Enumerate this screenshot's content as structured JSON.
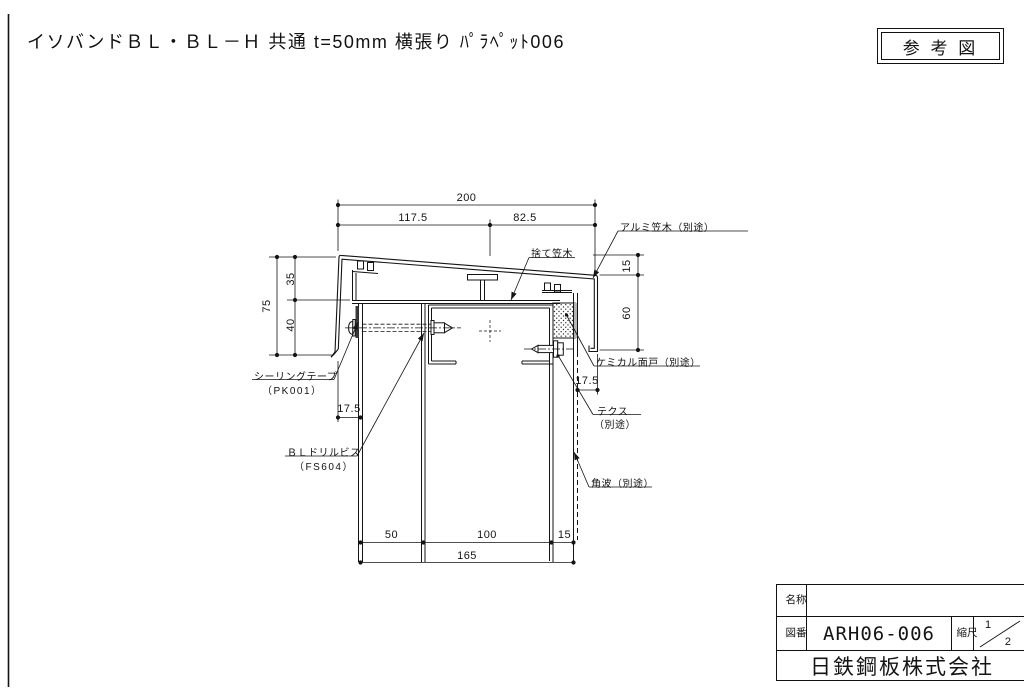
{
  "header": {
    "title": "イソバンドＢＬ・ＢＬ－Ｈ 共通 t=50mm 横張り ﾊﾟﾗﾍﾟｯﾄ006",
    "reference_label": "参 考 図"
  },
  "drawing": {
    "dimensions": {
      "overall_top": "200",
      "top_left": "117.5",
      "top_right": "82.5",
      "left_upper": "35",
      "left_total": "75",
      "left_lower": "40",
      "right_upper": "15",
      "right_lower": "60",
      "offset_left": "17.5",
      "offset_right": "17.5",
      "bottom_first": "50",
      "bottom_second": "100",
      "bottom_third": "15",
      "bottom_total": "165"
    },
    "labels": {
      "sute_kasagi": "捨て笠木",
      "alumi_kasagi": "アルミ笠木（別途）",
      "chemical_mendo": "ケミカル面戸（別途）",
      "sealing_tape_line1": "シーリングテープ",
      "sealing_tape_line2": "（PK001）",
      "bl_screw_line1": "ＢＬドリルビス",
      "bl_screw_line2": "（FS604）",
      "tekusu_line1": "テクス",
      "tekusu_line2": "（別途）",
      "kakunami": "角波（別途）"
    }
  },
  "title_block": {
    "name_label": "名称",
    "name_value": "",
    "number_label": "図番",
    "number_value": "ARH06-006",
    "scale_label": "縮尺",
    "scale_numerator": "1",
    "scale_denominator": "2",
    "company": "日鉄鋼板株式会社"
  },
  "colors": {
    "line": "#141414",
    "background": "#ffffff"
  }
}
